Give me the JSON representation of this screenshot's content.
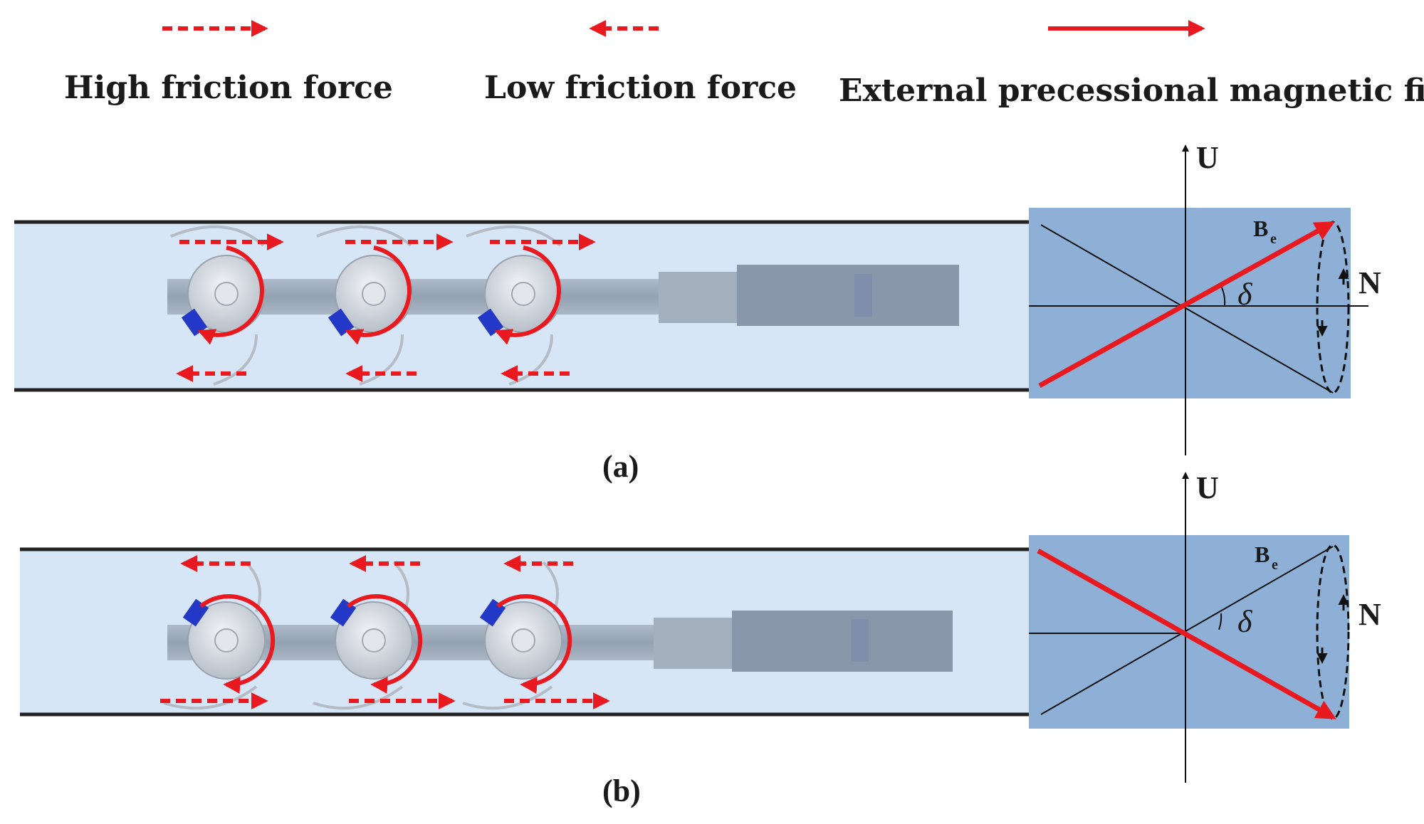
{
  "legend": {
    "high_friction": "High friction force",
    "low_friction": "Low friction force",
    "external_field": "External precessional magnetic field"
  },
  "panels": [
    {
      "caption": "(a)",
      "axis_u": "U",
      "axis_n": "N",
      "field_label": "B",
      "field_subscript": "e",
      "angle_symbol": "δ"
    },
    {
      "caption": "(b)",
      "axis_u": "U",
      "axis_n": "N",
      "field_label": "B",
      "field_subscript": "e",
      "angle_symbol": "δ"
    }
  ],
  "colors": {
    "force_arrow": "#e8191f",
    "pipe_fill": "#d6e6f6",
    "field_box": "#8fb0d6",
    "robot_body": "#9aa7b6",
    "marker": "#2438c8"
  }
}
